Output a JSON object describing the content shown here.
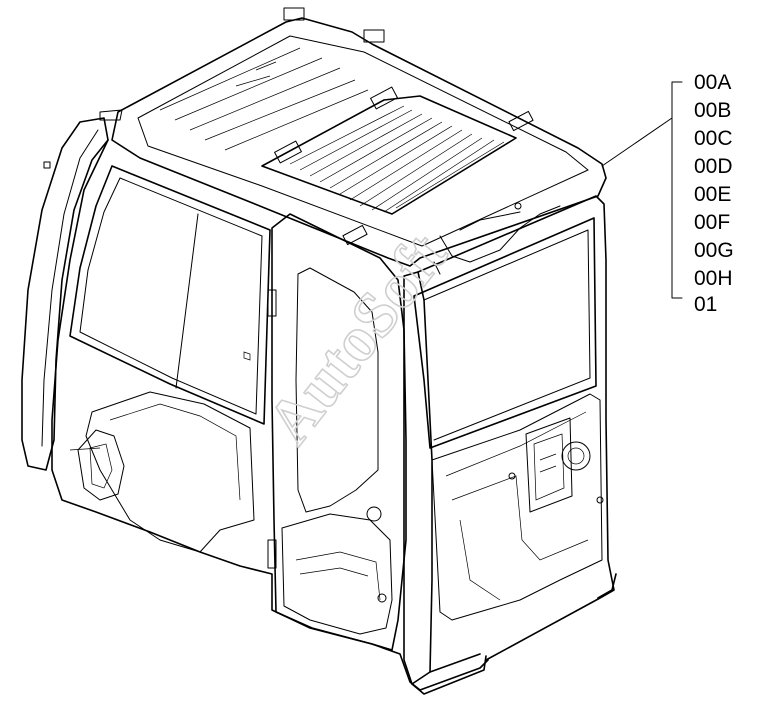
{
  "diagram": {
    "watermark": "AutoSoft",
    "callout_codes": [
      "00A",
      "00B",
      "00C",
      "00D",
      "00E",
      "00F",
      "00G",
      "00H",
      "01"
    ]
  }
}
